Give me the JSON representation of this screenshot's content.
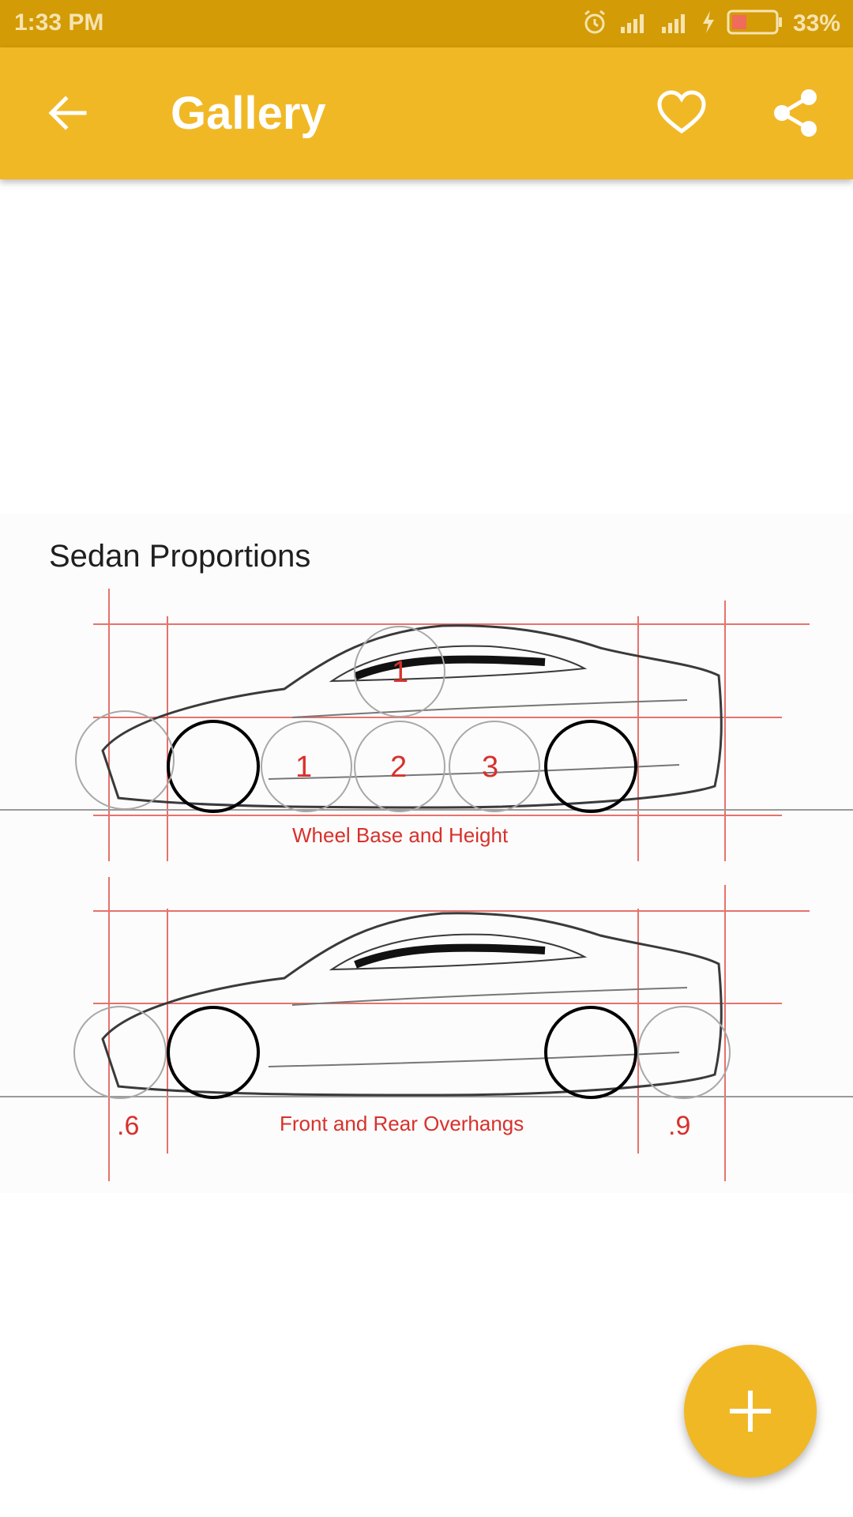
{
  "status_bar": {
    "time": "1:33 PM",
    "battery_percent": "33%",
    "icons": [
      "alarm-icon",
      "signal-icon",
      "signal-icon",
      "charging-icon",
      "battery-icon"
    ]
  },
  "app_bar": {
    "title": "Gallery",
    "back_icon": "arrow-back-icon",
    "favorite_icon": "heart-outline-icon",
    "share_icon": "share-icon"
  },
  "image": {
    "title": "Sedan Proportions",
    "wheelbase_label": "Wheel Base and Height",
    "overhangs_label": "Front and Rear Overhangs",
    "front_ratio": ".6",
    "rear_ratio": ".9",
    "roof_number": "1",
    "wheel_numbers": [
      "1",
      "2",
      "3"
    ]
  },
  "fab": {
    "icon": "plus-icon"
  },
  "colors": {
    "status_bar": "#d39b05",
    "app_bar": "#f1b826",
    "accent_red": "#d8312c"
  }
}
